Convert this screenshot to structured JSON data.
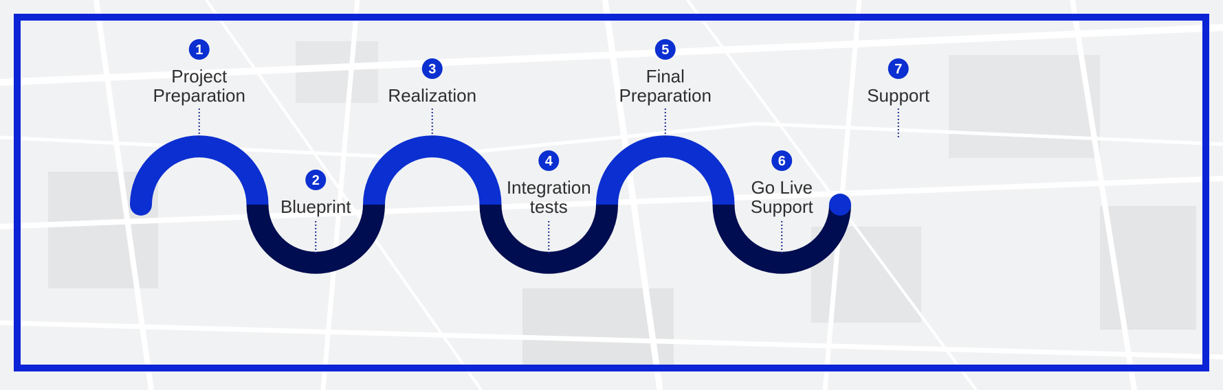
{
  "colors": {
    "frame": "#0a24d6",
    "arch_top": "#0b2fd0",
    "arch_bottom": "#000d50",
    "badge": "#0b2fd0",
    "connector": "#1b2b8a",
    "label": "#2f2f2f"
  },
  "phases": [
    {
      "number": "1",
      "lines": [
        "Project",
        "Preparation"
      ]
    },
    {
      "number": "2",
      "lines": [
        "Blueprint"
      ]
    },
    {
      "number": "3",
      "lines": [
        "Realization"
      ]
    },
    {
      "number": "4",
      "lines": [
        "Integration",
        "tests"
      ]
    },
    {
      "number": "5",
      "lines": [
        "Final",
        "Preparation"
      ]
    },
    {
      "number": "6",
      "lines": [
        "Go Live",
        "Support"
      ]
    },
    {
      "number": "7",
      "lines": [
        "Support"
      ]
    }
  ]
}
